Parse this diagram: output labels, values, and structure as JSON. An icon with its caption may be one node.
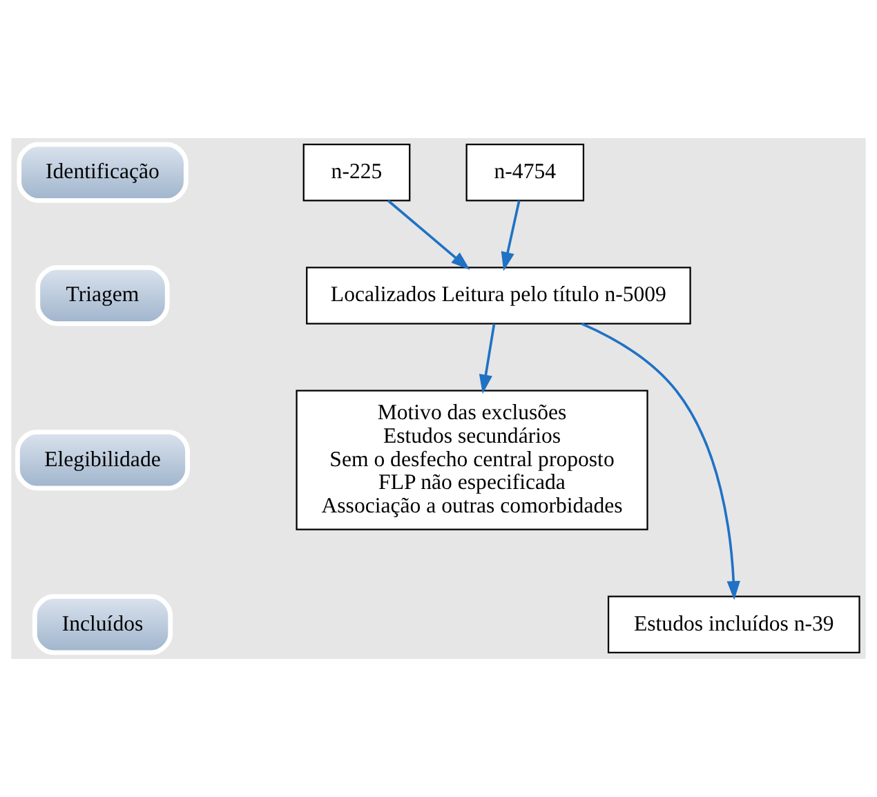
{
  "diagram": {
    "nodes": [
      {
        "text": [
          "Identificação"
        ]
      },
      {
        "text": [
          "Triagem"
        ]
      },
      {
        "text": [
          "Elegibilidade"
        ]
      },
      {
        "text": [
          "Incluídos"
        ]
      },
      {
        "text": [
          "n-225"
        ]
      },
      {
        "text": [
          "n-4754"
        ]
      },
      {
        "text": [
          "Localizados Leitura pelo título n-5009"
        ]
      },
      {
        "text": [
          "Motivo das exclusões",
          "Estudos secundários",
          "Sem o desfecho central proposto",
          "FLP não especificada",
          "Associação a outras comorbidades"
        ]
      },
      {
        "text": [
          "Estudos incluídos n-39"
        ]
      }
    ],
    "edges": [
      {
        "from": 4,
        "to": 6,
        "arrow": "to"
      },
      {
        "from": 5,
        "to": 6,
        "arrow": "to"
      },
      {
        "from": 6,
        "to": 7,
        "arrow": "to"
      },
      {
        "from": 6,
        "to": 8,
        "arrow": "to"
      }
    ]
  }
}
